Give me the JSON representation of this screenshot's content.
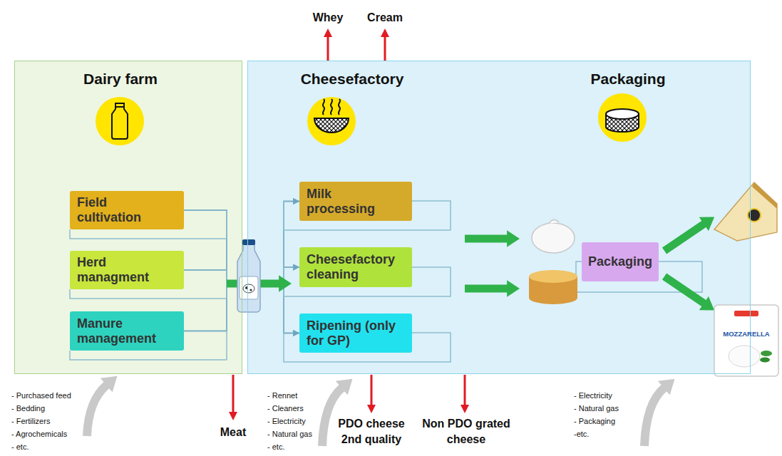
{
  "diagram": {
    "nodes": [
      {
        "text": [
          "Dairy farm"
        ]
      },
      {
        "text": [
          "Field cultivation"
        ],
        "in": 0
      },
      {
        "text": [
          "Herd managment"
        ],
        "in": 0
      },
      {
        "text": [
          "Manure management"
        ],
        "in": 0
      },
      {
        "text": [
          "Cheesefactory",
          "Packaging"
        ]
      },
      {
        "text": [
          "Milk processing"
        ],
        "in": 4
      },
      {
        "text": [
          "Cheesefactory cleaning"
        ],
        "in": 4
      },
      {
        "text": [
          "Ripening (only for GP)"
        ],
        "in": 4
      },
      {
        "text": [
          "Packaging"
        ],
        "in": 4
      }
    ],
    "edges": [
      {
        "from": 1,
        "to": 5,
        "arrow": "to"
      },
      {
        "from": 1,
        "to": 6,
        "arrow": "to"
      },
      {
        "from": 1,
        "to": 7,
        "arrow": "to"
      },
      {
        "from": 2,
        "to": 5,
        "arrow": "to"
      },
      {
        "from": 2,
        "to": 6,
        "arrow": "to"
      },
      {
        "from": 2,
        "to": 7,
        "arrow": "to"
      },
      {
        "from": 3,
        "to": 5,
        "arrow": "to"
      },
      {
        "from": 3,
        "to": 6,
        "arrow": "to"
      },
      {
        "from": 3,
        "to": 7,
        "arrow": "to"
      }
    ],
    "labels": [
      "Whey",
      "Cream",
      "Meat",
      "PDO cheese 2nd quality",
      "Non PDO grated cheese",
      "- Purchased feed",
      "- Bedding",
      "- Fertilizers",
      "- Agrochemicals",
      "- etc.",
      "- Rennet",
      "- Cleaners",
      "- Electricity",
      "- Natural gas",
      "- etc.",
      "- Electricity",
      "- Natural gas",
      "- Packaging",
      "-etc.",
      "MOZZARELLA"
    ]
  }
}
